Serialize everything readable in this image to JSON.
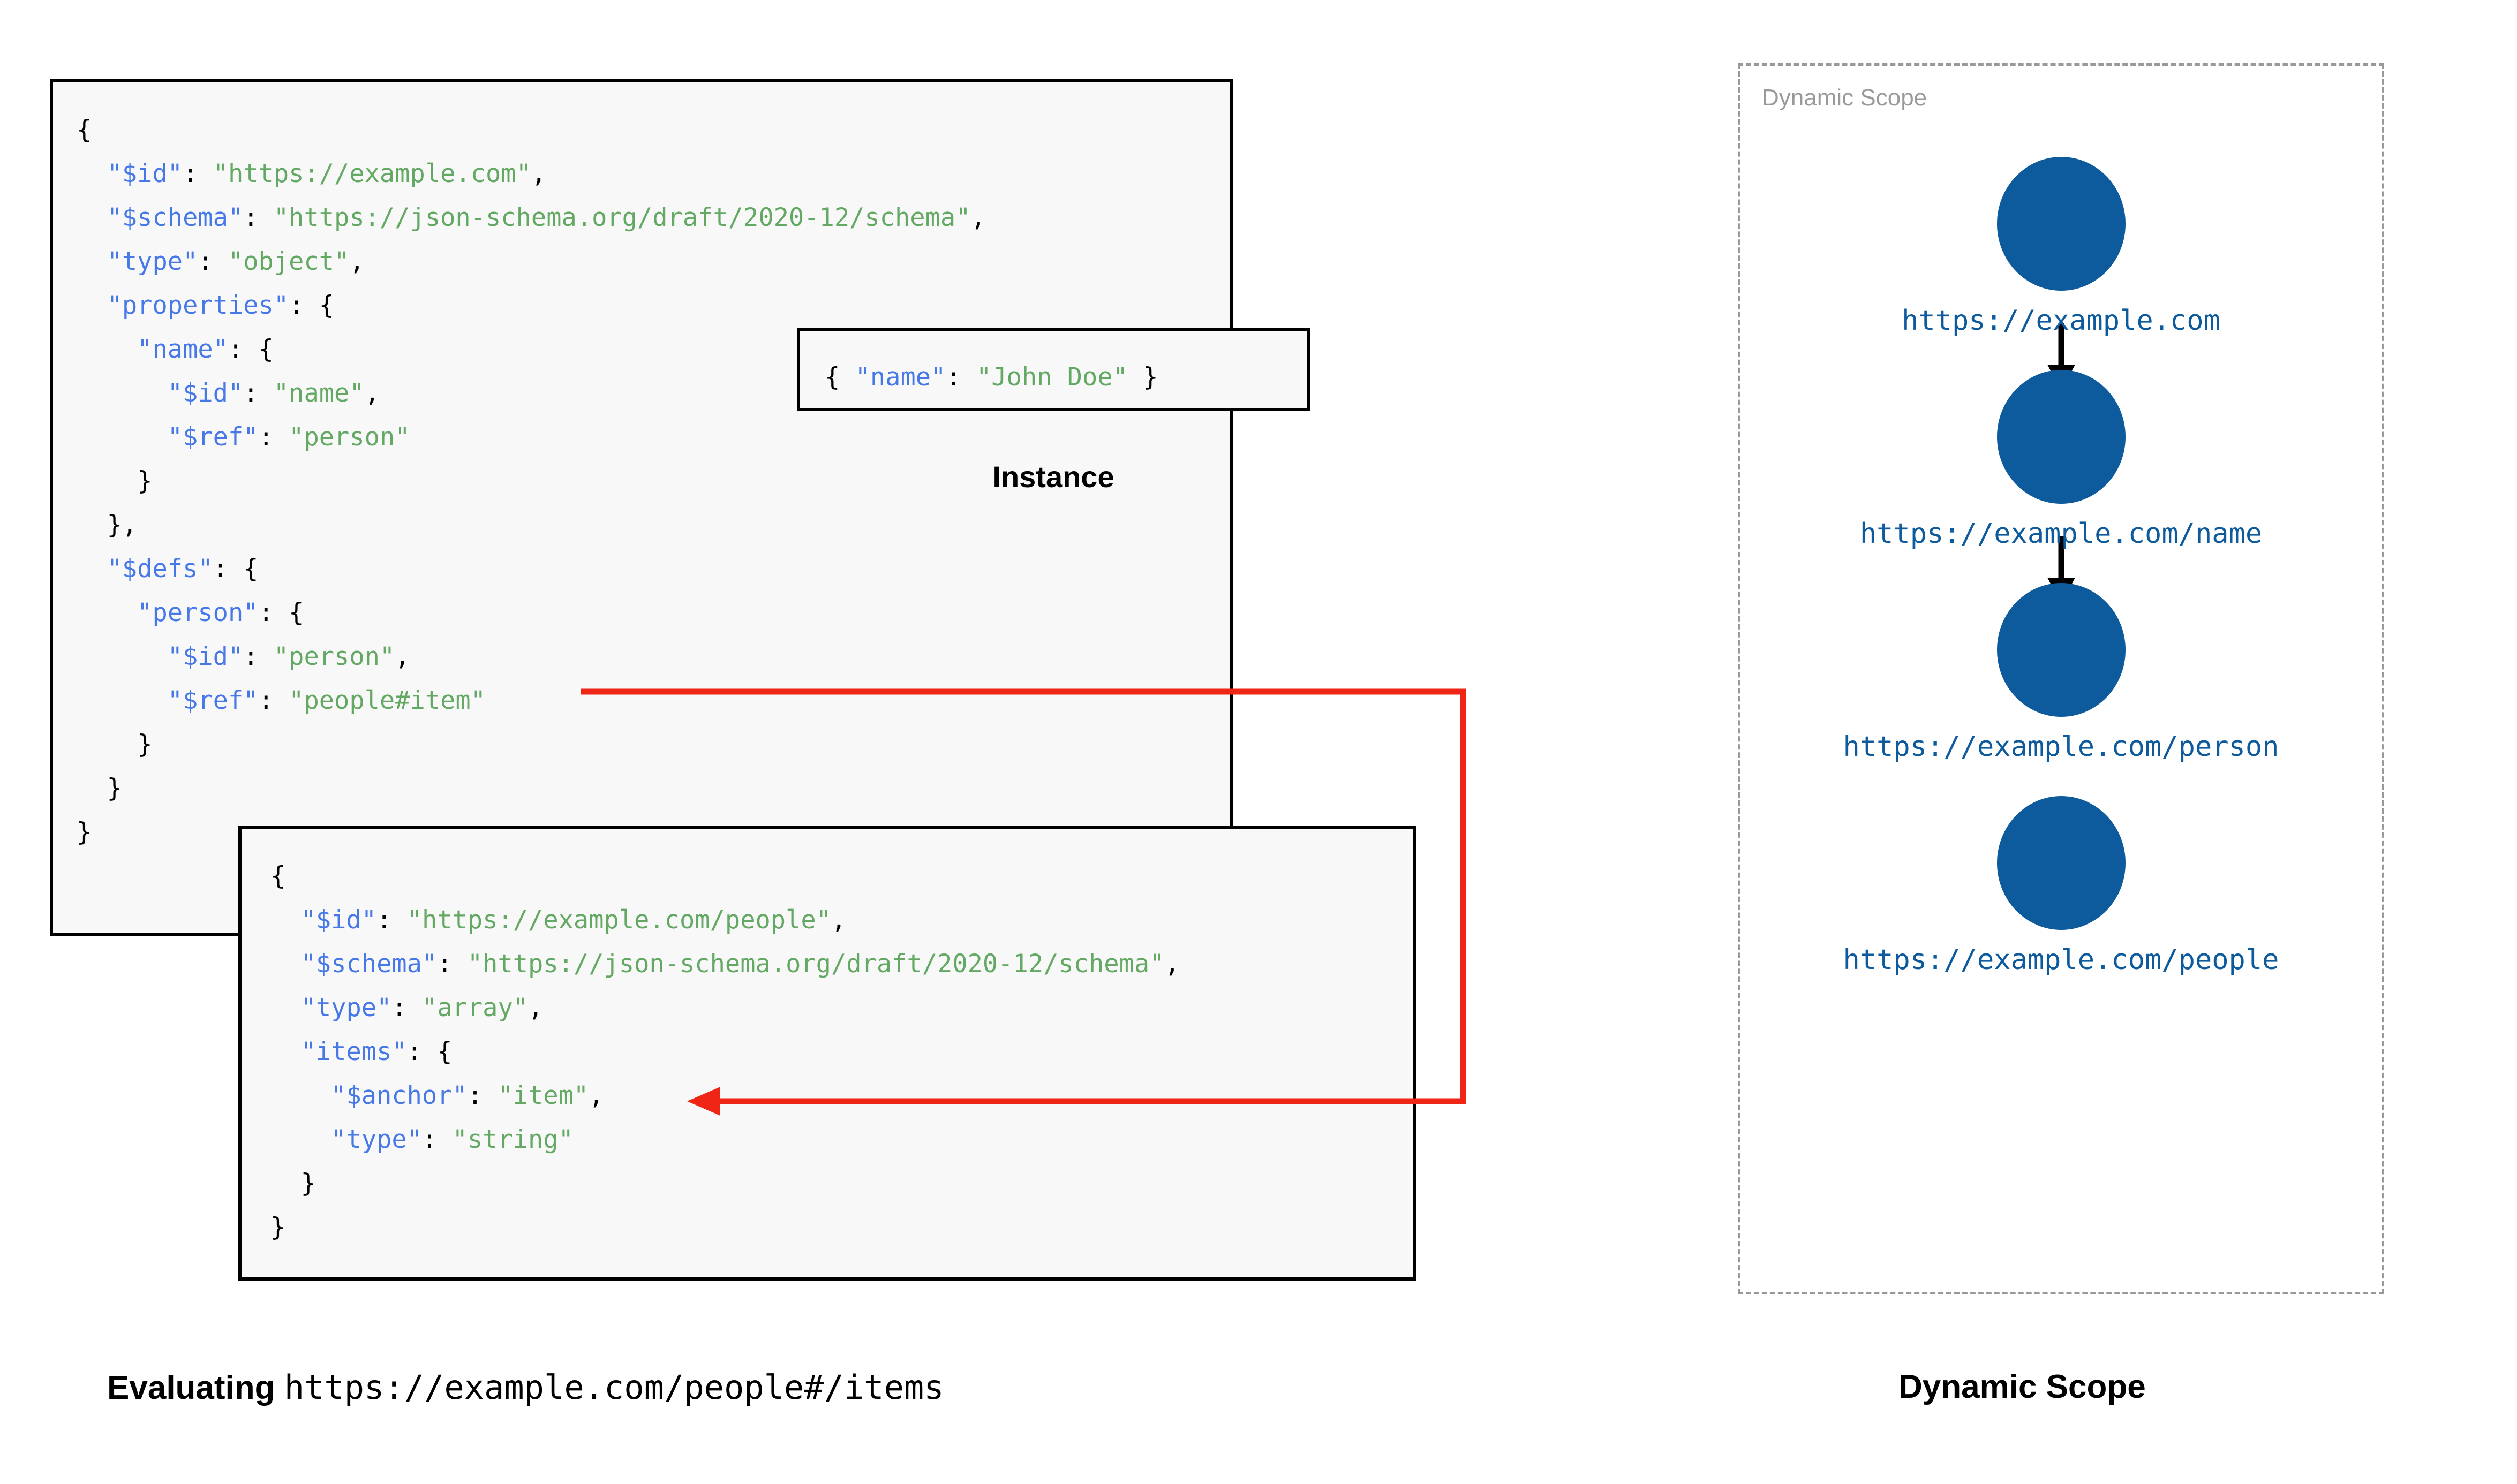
{
  "schema_main": {
    "name": "root-schema",
    "lines": [
      {
        "indent": 0,
        "parts": [
          {
            "t": "{",
            "c": "p"
          }
        ]
      },
      {
        "indent": 1,
        "parts": [
          {
            "t": "\"$id\"",
            "c": "k"
          },
          {
            "t": ": ",
            "c": "p"
          },
          {
            "t": "\"https://example.com\"",
            "c": "s"
          },
          {
            "t": ",",
            "c": "p"
          }
        ]
      },
      {
        "indent": 1,
        "parts": [
          {
            "t": "\"$schema\"",
            "c": "k"
          },
          {
            "t": ": ",
            "c": "p"
          },
          {
            "t": "\"https://json-schema.org/draft/2020-12/schema\"",
            "c": "s"
          },
          {
            "t": ",",
            "c": "p"
          }
        ]
      },
      {
        "indent": 1,
        "parts": [
          {
            "t": "\"type\"",
            "c": "k"
          },
          {
            "t": ": ",
            "c": "p"
          },
          {
            "t": "\"object\"",
            "c": "s"
          },
          {
            "t": ",",
            "c": "p"
          }
        ]
      },
      {
        "indent": 1,
        "parts": [
          {
            "t": "\"properties\"",
            "c": "k"
          },
          {
            "t": ": {",
            "c": "p"
          }
        ]
      },
      {
        "indent": 2,
        "parts": [
          {
            "t": "\"name\"",
            "c": "k"
          },
          {
            "t": ": {",
            "c": "p"
          }
        ]
      },
      {
        "indent": 3,
        "parts": [
          {
            "t": "\"$id\"",
            "c": "k"
          },
          {
            "t": ": ",
            "c": "p"
          },
          {
            "t": "\"name\"",
            "c": "s"
          },
          {
            "t": ",",
            "c": "p"
          }
        ]
      },
      {
        "indent": 3,
        "parts": [
          {
            "t": "\"$ref\"",
            "c": "k"
          },
          {
            "t": ": ",
            "c": "p"
          },
          {
            "t": "\"person\"",
            "c": "s"
          }
        ]
      },
      {
        "indent": 2,
        "parts": [
          {
            "t": "}",
            "c": "p"
          }
        ]
      },
      {
        "indent": 1,
        "parts": [
          {
            "t": "},",
            "c": "p"
          }
        ]
      },
      {
        "indent": 1,
        "parts": [
          {
            "t": "\"$defs\"",
            "c": "k"
          },
          {
            "t": ": {",
            "c": "p"
          }
        ]
      },
      {
        "indent": 2,
        "parts": [
          {
            "t": "\"person\"",
            "c": "k"
          },
          {
            "t": ": {",
            "c": "p"
          }
        ]
      },
      {
        "indent": 3,
        "parts": [
          {
            "t": "\"$id\"",
            "c": "k"
          },
          {
            "t": ": ",
            "c": "p"
          },
          {
            "t": "\"person\"",
            "c": "s"
          },
          {
            "t": ",",
            "c": "p"
          }
        ]
      },
      {
        "indent": 3,
        "parts": [
          {
            "t": "\"$ref\"",
            "c": "k"
          },
          {
            "t": ": ",
            "c": "p"
          },
          {
            "t": "\"people#item\"",
            "c": "s"
          }
        ]
      },
      {
        "indent": 2,
        "parts": [
          {
            "t": "}",
            "c": "p"
          }
        ]
      },
      {
        "indent": 1,
        "parts": [
          {
            "t": "}",
            "c": "p"
          }
        ]
      },
      {
        "indent": 0,
        "parts": [
          {
            "t": "}",
            "c": "p"
          }
        ]
      }
    ]
  },
  "instance": {
    "caption": "Instance",
    "lines": [
      {
        "indent": 0,
        "parts": [
          {
            "t": "{ ",
            "c": "p"
          },
          {
            "t": "\"name\"",
            "c": "k"
          },
          {
            "t": ": ",
            "c": "p"
          },
          {
            "t": "\"John Doe\"",
            "c": "s"
          },
          {
            "t": " }",
            "c": "p"
          }
        ]
      }
    ]
  },
  "schema_people": {
    "name": "people-schema",
    "lines": [
      {
        "indent": 0,
        "parts": [
          {
            "t": "{",
            "c": "p"
          }
        ]
      },
      {
        "indent": 1,
        "parts": [
          {
            "t": "\"$id\"",
            "c": "k"
          },
          {
            "t": ": ",
            "c": "p"
          },
          {
            "t": "\"https://example.com/people\"",
            "c": "s"
          },
          {
            "t": ",",
            "c": "p"
          }
        ]
      },
      {
        "indent": 1,
        "parts": [
          {
            "t": "\"$schema\"",
            "c": "k"
          },
          {
            "t": ": ",
            "c": "p"
          },
          {
            "t": "\"https://json-schema.org/draft/2020-12/schema\"",
            "c": "s"
          },
          {
            "t": ",",
            "c": "p"
          }
        ]
      },
      {
        "indent": 1,
        "parts": [
          {
            "t": "\"type\"",
            "c": "k"
          },
          {
            "t": ": ",
            "c": "p"
          },
          {
            "t": "\"array\"",
            "c": "s"
          },
          {
            "t": ",",
            "c": "p"
          }
        ]
      },
      {
        "indent": 1,
        "parts": [
          {
            "t": "\"items\"",
            "c": "k"
          },
          {
            "t": ": {",
            "c": "p"
          }
        ]
      },
      {
        "indent": 2,
        "parts": [
          {
            "t": "\"$anchor\"",
            "c": "k"
          },
          {
            "t": ": ",
            "c": "p"
          },
          {
            "t": "\"item\"",
            "c": "s"
          },
          {
            "t": ",",
            "c": "p"
          }
        ]
      },
      {
        "indent": 2,
        "parts": [
          {
            "t": "\"type\"",
            "c": "k"
          },
          {
            "t": ": ",
            "c": "p"
          },
          {
            "t": "\"string\"",
            "c": "s"
          }
        ]
      },
      {
        "indent": 1,
        "parts": [
          {
            "t": "}",
            "c": "p"
          }
        ]
      },
      {
        "indent": 0,
        "parts": [
          {
            "t": "}",
            "c": "p"
          }
        ]
      }
    ]
  },
  "ref_arrow": {
    "color": "#ef2616",
    "from_label": "\"people#item\"",
    "to_label": "\"$anchor\": \"item\""
  },
  "dynamic_scope": {
    "panel_label": "Dynamic Scope",
    "caption": "Dynamic Scope",
    "node_color": "#0d5a9c",
    "label_color": "#0d5a9c",
    "nodes": [
      {
        "label": "https://example.com"
      },
      {
        "label": "https://example.com/name"
      },
      {
        "label": "https://example.com/person"
      },
      {
        "label": "https://example.com/people"
      }
    ]
  },
  "captions": {
    "evaluating_prefix": "Evaluating",
    "evaluating_uri": "https://example.com/people#/items"
  }
}
